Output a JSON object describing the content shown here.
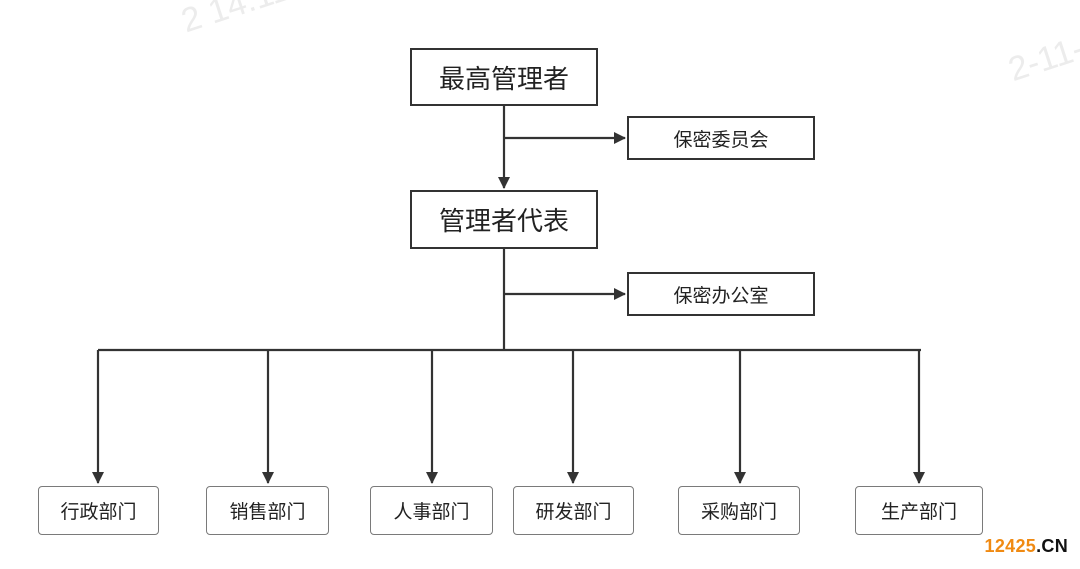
{
  "watermarks": [
    "2 14:11",
    "2-11-"
  ],
  "top": {
    "label": "最高管理者"
  },
  "committee": {
    "label": "保密委员会"
  },
  "representative": {
    "label": "管理者代表"
  },
  "office": {
    "label": "保密办公室"
  },
  "departments": [
    {
      "label": "行政部门"
    },
    {
      "label": "销售部门"
    },
    {
      "label": "人事部门"
    },
    {
      "label": "研发部门"
    },
    {
      "label": "采购部门"
    },
    {
      "label": "生产部门"
    }
  ],
  "brand": {
    "number": "12425",
    "domain": ".CN",
    "number_color": "#f08a12"
  },
  "colors": {
    "line": "#333333",
    "dept_border": "#7a7a7a",
    "text": "#222222"
  }
}
